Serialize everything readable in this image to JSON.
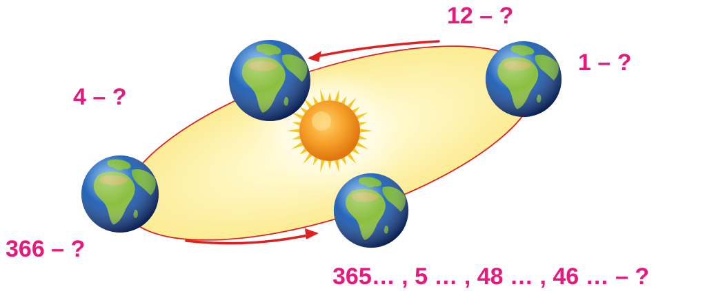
{
  "labels": {
    "top_right_upper": "12 – ?",
    "right": "1 – ?",
    "left_upper": "4 – ?",
    "left_lower": "366 – ?",
    "bottom": "365… , 5 … , 48 … , 46 … – ?"
  },
  "colors": {
    "label": "#e6197d",
    "orbit_fill": "#fdf3a8",
    "orbit_stroke": "#e02020",
    "arrow": "#e02020",
    "sun_core": "#f39a1c",
    "sun_rays": "#f7c51e",
    "ocean": "#1f4fa0",
    "land": "#6fb03a"
  },
  "diagram": {
    "center": "sun-icon",
    "planet": "earth-globe-icon",
    "planet_count": 4,
    "arrows": 2
  }
}
